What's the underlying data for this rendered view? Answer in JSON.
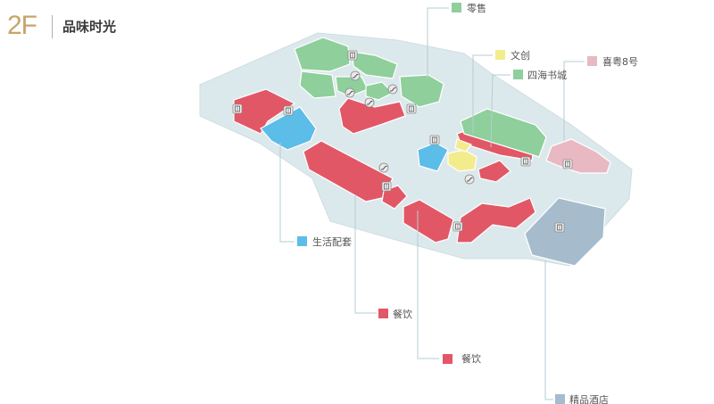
{
  "header": {
    "floor": "2F",
    "title": "品味时光"
  },
  "legend": [
    {
      "label": "零售",
      "color": "#8ecf9c"
    },
    {
      "label": "文创",
      "color": "#f3ec8c"
    },
    {
      "label": "四海书城",
      "color": "#8ecf9c"
    },
    {
      "label": "喜粤8号",
      "color": "#e8b9c3"
    },
    {
      "label": "生活配套",
      "color": "#5bbde8"
    },
    {
      "label": "餐饮",
      "color": "#e25766"
    },
    {
      "label": "餐饮",
      "color": "#e25766"
    },
    {
      "label": "精品酒店",
      "color": "#a6bccd"
    }
  ],
  "colors": {
    "base": "#dce9ec",
    "leader_line": "#b6ccd4"
  },
  "icons": [
    "elevator-icon",
    "escalator-icon"
  ]
}
